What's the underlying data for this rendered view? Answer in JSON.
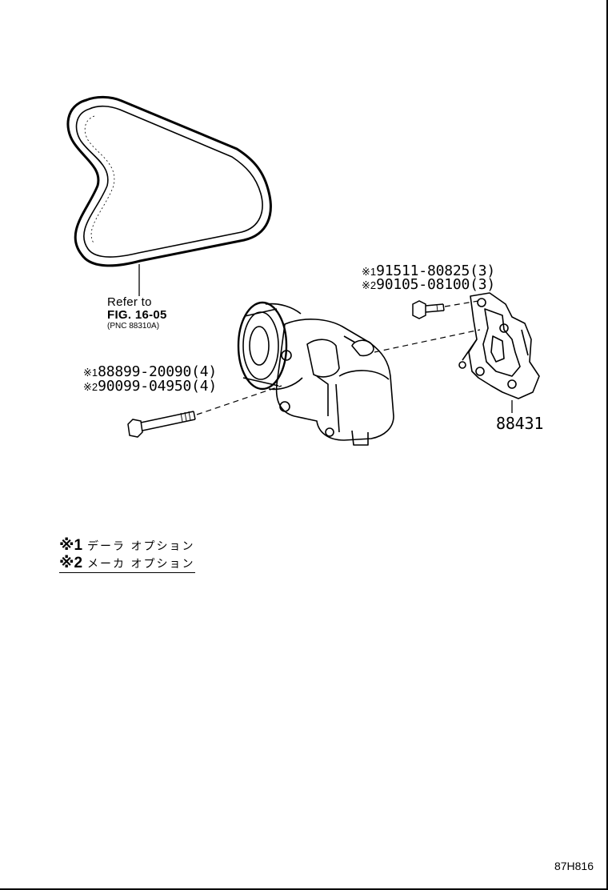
{
  "belt_reference": {
    "line1": "Refer to",
    "line2": "FIG. 16-05",
    "line3": "(PNC 88310A)"
  },
  "bracket_bolt": {
    "mark1": "※1",
    "part1": "91511-80825(3)",
    "mark2": "※2",
    "part2": "90105-08100(3)"
  },
  "compressor_bolt": {
    "mark1": "※1",
    "part1": "88899-20090(4)",
    "mark2": "※2",
    "part2": "90099-04950(4)"
  },
  "bracket_part": "88431",
  "legend": [
    {
      "key": "※1",
      "text": "デーラ オプション"
    },
    {
      "key": "※2",
      "text": "メーカ オプション"
    }
  ],
  "figure_code": "87H816"
}
